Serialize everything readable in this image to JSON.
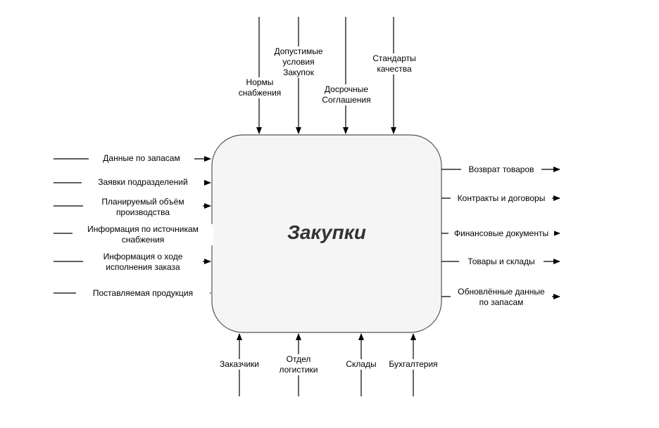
{
  "process": {
    "title": "Закупки"
  },
  "controls": [
    {
      "label": "Нормы\nснабжения"
    },
    {
      "label": "Допустимые\nусловия\nЗакупок"
    },
    {
      "label": "Досрочные\nСоглашения"
    },
    {
      "label": "Стандарты\nкачества"
    }
  ],
  "inputs": [
    {
      "label": "Данные по запасам"
    },
    {
      "label": "Заявки подразделений"
    },
    {
      "label": "Планируемый объём\nпроизводства"
    },
    {
      "label": "Информация по источникам\nснабжения"
    },
    {
      "label": "Информация о ходе\nисполнения заказа"
    },
    {
      "label": "Поставляемая продукция"
    }
  ],
  "outputs": [
    {
      "label": "Возврат товаров"
    },
    {
      "label": "Контракты и договоры"
    },
    {
      "label": "Финансовые документы"
    },
    {
      "label": "Товары и склады"
    },
    {
      "label": "Обновлённые данные\nпо запасам"
    }
  ],
  "mechanisms": [
    {
      "label": "Заказчики"
    },
    {
      "label": "Отдел\nлогистики"
    },
    {
      "label": "Склады"
    },
    {
      "label": "Бухгалтерия"
    }
  ]
}
